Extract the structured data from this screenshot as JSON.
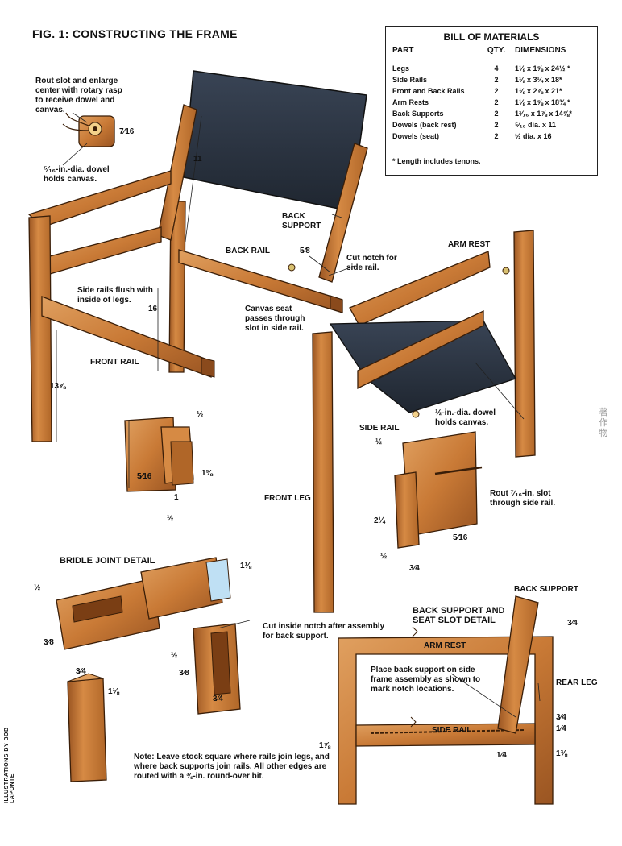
{
  "title": "FIG. 1: CONSTRUCTING THE FRAME",
  "bill_of_materials": {
    "heading": "BILL OF MATERIALS",
    "columns": [
      "PART",
      "QTY.",
      "DIMENSIONS"
    ],
    "rows": [
      {
        "part": "Legs",
        "qty": "4",
        "dim": "1⅛ x 1⅝ x 24½ *"
      },
      {
        "part": "Side Rails",
        "qty": "2",
        "dim": "1⅛ x 3¼ x 18*"
      },
      {
        "part": "Front and Back Rails",
        "qty": "2",
        "dim": "1⅛ x 2⅞ x 21*"
      },
      {
        "part": "Arm Rests",
        "qty": "2",
        "dim": "1⅛ x 1⅝ x 18¾ *"
      },
      {
        "part": "Back Supports",
        "qty": "2",
        "dim": "1³⁄₁₆ x 1⅞ x 14⅝*"
      },
      {
        "part": "Dowels (back rest)",
        "qty": "2",
        "dim": "⁵⁄₁₆ dia. x 11"
      },
      {
        "part": "Dowels (seat)",
        "qty": "2",
        "dim": "½ dia. x 16"
      }
    ],
    "footnote": "* Length includes tenons."
  },
  "labels": {
    "rout_slot": "Rout slot and enlarge center with rotary rasp to receive dowel and canvas.",
    "dowel_holds": "⁵⁄₁₆-in.-dia. dowel holds canvas.",
    "back_support": "BACK SUPPORT",
    "back_rail": "BACK RAIL",
    "cut_notch": "Cut notch for side rail.",
    "arm_rest": "ARM REST",
    "side_rails_flush": "Side rails flush with inside of legs.",
    "canvas_seat": "Canvas seat passes through slot in side rail.",
    "front_rail": "FRONT RAIL",
    "side_rail": "SIDE RAIL",
    "half_dowel": "½-in.-dia. dowel holds canvas.",
    "front_leg": "FRONT LEG",
    "rout_7_16": "Rout ⁷⁄₁₆-in. slot through side rail.",
    "bridle_joint": "BRIDLE JOINT DETAIL",
    "cut_inside": "Cut inside notch after assembly for back support.",
    "back_support_2": "BACK SUPPORT",
    "slot_detail": "BACK SUPPORT AND SEAT SLOT DETAIL",
    "arm_rest_2": "ARM REST",
    "place_back": "Place back support on side frame assembly as shown to mark notch locations.",
    "rear_leg": "REAR LEG",
    "side_rail_2": "SIDE RAIL",
    "note": "Note: Leave stock square where rails join legs, and where back supports join rails. All other edges are routed with a ⅜-in. round-over bit.",
    "credit": "ILLUSTRATIONS BY BOB LAPONTE",
    "stamp": "著作物"
  },
  "dimensions": {
    "d7_16": "7⁄16",
    "d11": "11",
    "d5_8": "5⁄8",
    "d16": "16",
    "d13_7_8": "13⅞",
    "dA_half": "½",
    "dA_5_16": "5⁄16",
    "dA_1_3_8": "1⅜",
    "dA_1": "1",
    "dA_half2": "½",
    "dB_half": "½",
    "dB_2_1_4": "2¼",
    "dB_5_16": "5⁄16",
    "dB_half2": "½",
    "dB_3_4": "3⁄4",
    "dC_1_1_8": "1⅛",
    "dC_half": "½",
    "dC_3_8": "3⁄8",
    "dC_3_4": "3⁄4",
    "dC_1_1_8b": "1⅛",
    "dD_half": "½",
    "dD_3_8": "3⁄8",
    "dD_3_4": "3⁄4",
    "dE_3_4": "3⁄4",
    "dE_3_4b": "3⁄4",
    "dE_1_4": "1⁄4",
    "dE_1_7_8": "1⅞",
    "dE_1_4b": "1⁄4",
    "dE_1_3_8": "1⅜"
  },
  "colors": {
    "wood": "#c97a36",
    "wood_dark": "#8a4a1c",
    "wood_light": "#e0a060",
    "canvas": "#2a3340"
  }
}
